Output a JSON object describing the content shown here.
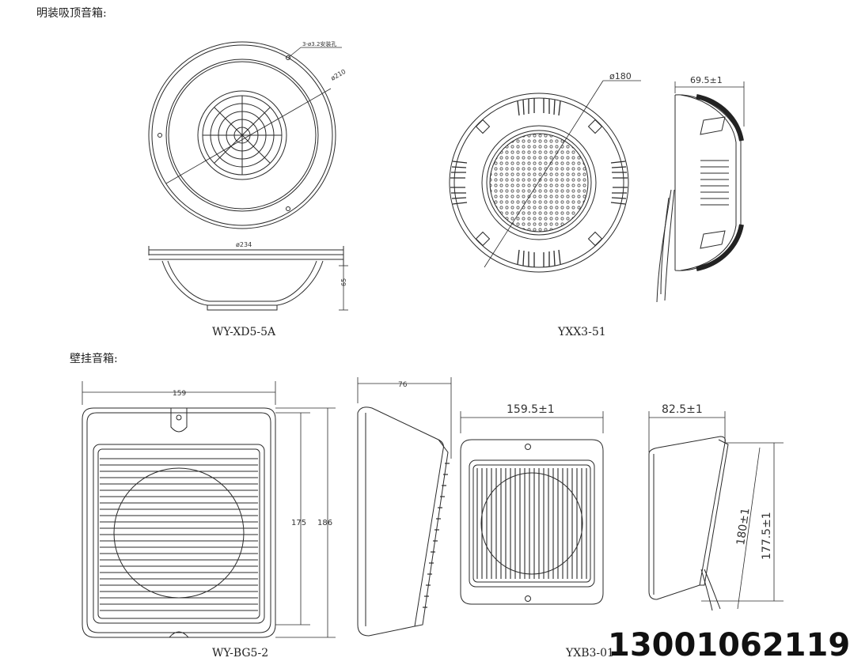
{
  "sections": {
    "ceiling_title": "明装吸顶音箱:",
    "wall_title": "壁挂音箱:"
  },
  "models": {
    "m1": "WY-XD5-5A",
    "m2": "YXX3-51",
    "m3": "WY-BG5-2",
    "m4": "YXB3-01"
  },
  "dims": {
    "d_holes": "3-ø3.2安装孔",
    "d210": "ø210",
    "d234": "ø234",
    "h65": "65",
    "d180": "ø180",
    "w69": "69.5±1",
    "w159": "159",
    "h175": "175",
    "h186": "186",
    "d76": "76",
    "w159_5": "159.5±1",
    "w82_5": "82.5±1",
    "h180": "180±1",
    "h177_5": "177.5±1"
  },
  "contact": {
    "phone": "13001062119"
  },
  "colors": {
    "line": "#2a2a2a",
    "phone": "#111111"
  }
}
